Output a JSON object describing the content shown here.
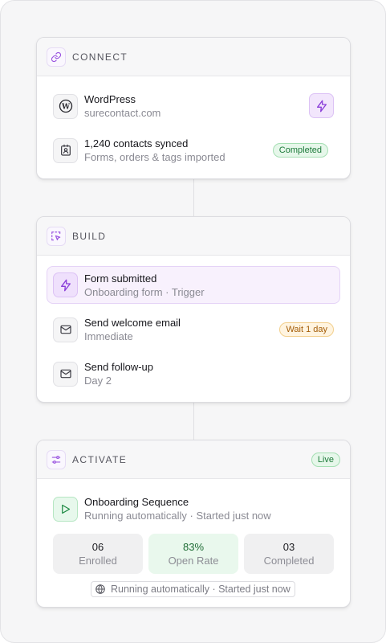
{
  "connect": {
    "title": "CONNECT",
    "rows": [
      {
        "title": "WordPress",
        "subtitle": "surecontact.com"
      },
      {
        "title": "1,240 contacts synced",
        "subtitle": "Forms, orders & tags imported",
        "badge": "Completed"
      }
    ]
  },
  "build": {
    "title": "BUILD",
    "rows": [
      {
        "title": "Form submitted",
        "subtitle": "Onboarding form · Trigger"
      },
      {
        "title": "Send welcome email",
        "subtitle": "Immediate",
        "badge": "Wait 1 day"
      },
      {
        "title": "Send follow-up",
        "subtitle": "Day 2"
      }
    ]
  },
  "activate": {
    "title": "ACTIVATE",
    "badge": "Live",
    "sequence": {
      "title": "Onboarding Sequence",
      "subtitle": "Running automatically · Started just now"
    },
    "stats": [
      {
        "value": "06",
        "label": "Enrolled"
      },
      {
        "value": "83%",
        "label": "Open Rate"
      },
      {
        "value": "03",
        "label": "Completed"
      }
    ],
    "footer": "Running automatically · Started just now"
  },
  "colors": {
    "accent_purple": "#8b3fd9",
    "success_green": "#1d7a3a",
    "warning_amber": "#a55d08"
  },
  "icons": [
    "link-icon",
    "wordpress-icon",
    "lightning-icon",
    "contact-card-icon",
    "select-cursor-icon",
    "mail-icon",
    "sliders-icon",
    "play-icon",
    "globe-icon"
  ]
}
